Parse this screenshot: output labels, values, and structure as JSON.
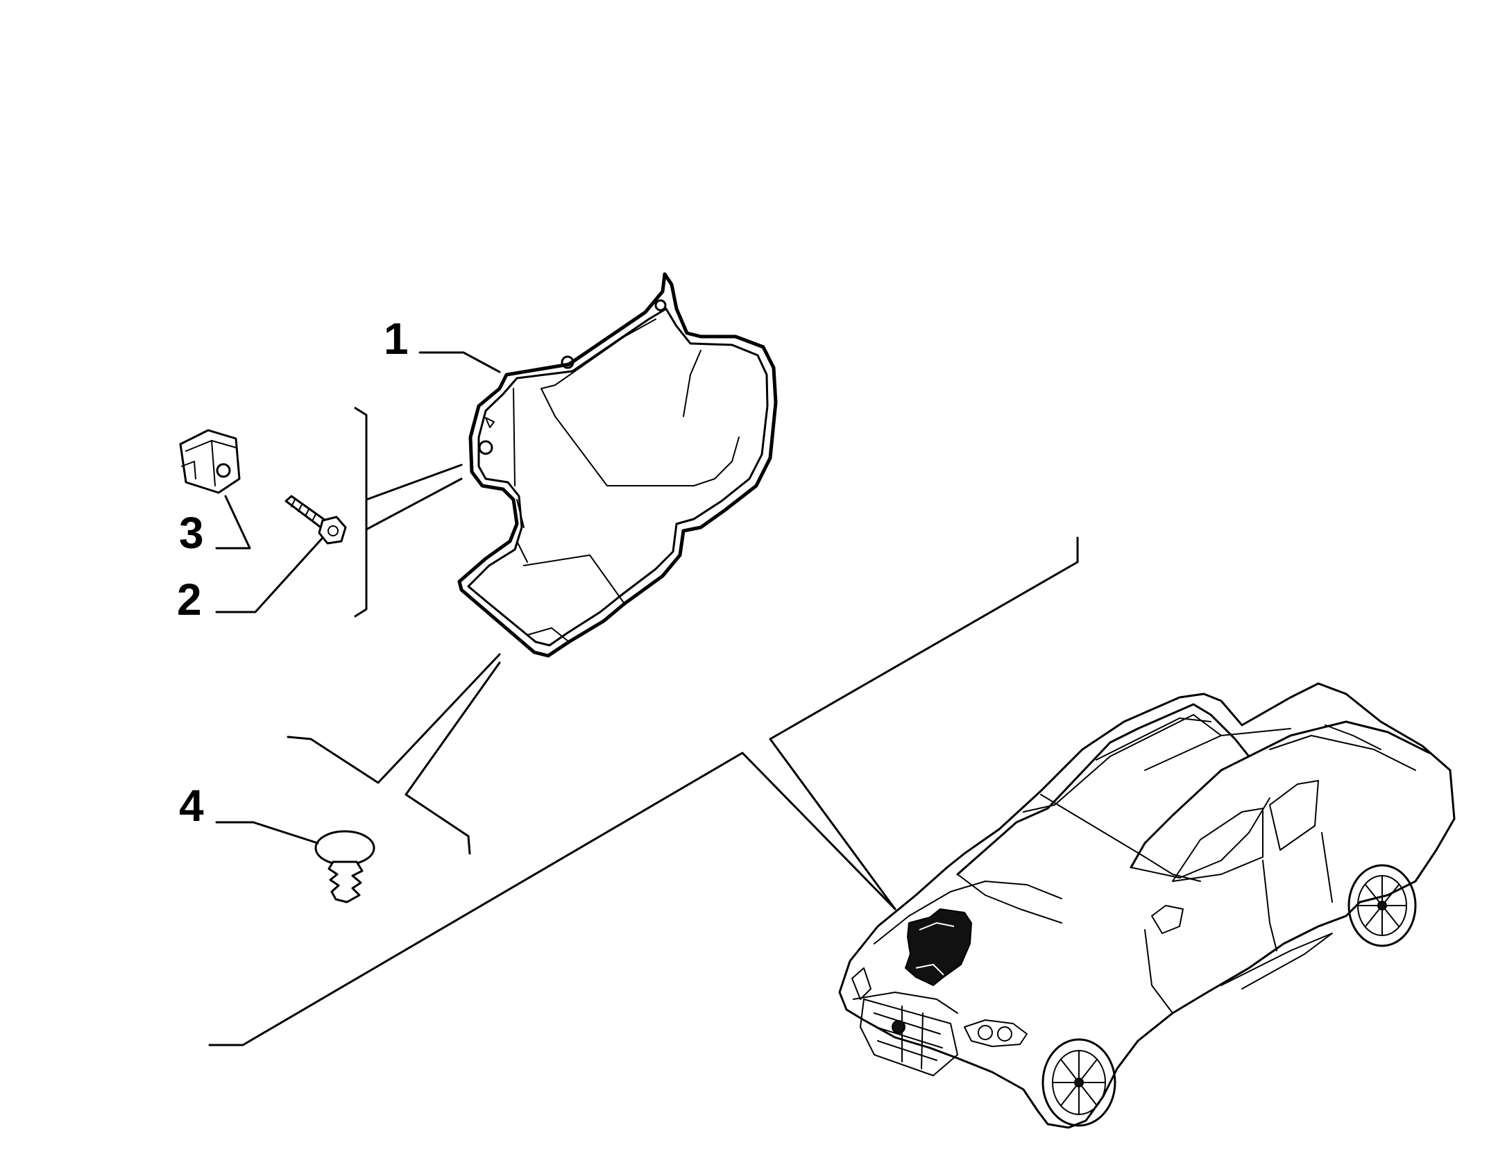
{
  "labels": {
    "part_1": "1",
    "part_2": "2",
    "part_3": "3",
    "part_4": "4"
  },
  "colors": {
    "ink": "#000000",
    "background": "#ffffff"
  },
  "icons": {
    "part_1": "wheel-arch-shield-icon",
    "part_2": "screw-icon",
    "part_3": "clip-nut-icon",
    "part_4": "push-rivet-icon",
    "vehicle": "pickup-truck-icon"
  }
}
